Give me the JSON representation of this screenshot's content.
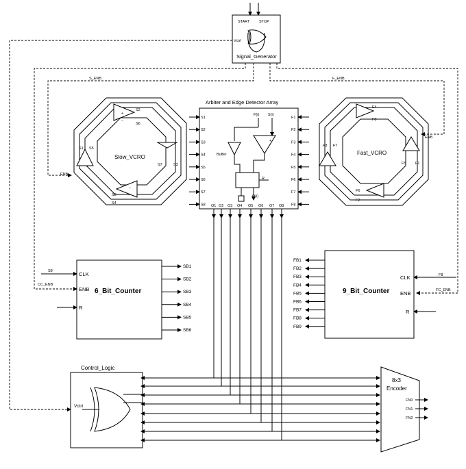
{
  "signal_generator": {
    "title": "Signal_Generator",
    "start": "START",
    "stop": "STOP",
    "vctrl": "Vctrl"
  },
  "nets": {
    "s_enb": "S_ENB",
    "f_enb": "F_ENB",
    "enb_left": "ENB",
    "enb_right": "ENB"
  },
  "slow_vcro": {
    "title": "Slow_VCRO",
    "taps": [
      "S1",
      "S2",
      "S3",
      "S4",
      "S5",
      "S6",
      "S7",
      "S8"
    ]
  },
  "fast_vcro": {
    "title": "Fast_VCRO",
    "taps": [
      "F1",
      "F2",
      "F3",
      "F4",
      "F5",
      "F6",
      "F7",
      "F8"
    ]
  },
  "arbiter": {
    "title": "Arbiter and Edge Detector Array",
    "left_inputs": [
      "S1",
      "S2",
      "S3",
      "S4",
      "S5",
      "S6",
      "S7",
      "S8"
    ],
    "right_inputs": [
      "F1",
      "F2",
      "F3",
      "F4",
      "F5",
      "F6",
      "F7",
      "F8"
    ],
    "outputs": [
      "O1",
      "O2",
      "O3",
      "O4",
      "O5",
      "O6",
      "O7",
      "O8"
    ],
    "fi": "F(i)",
    "si": "S(i)",
    "buffer": "Buffer",
    "oi": "O(i)",
    "r": "R"
  },
  "counter6": {
    "title": "6_Bit_Counter",
    "clk": "CLK",
    "enb": "ENB",
    "r": "R",
    "clk_in": "S8",
    "enb_in": "CC_ENB",
    "outputs": [
      "SB1",
      "SB2",
      "SB3",
      "SB4",
      "SB5",
      "SB6"
    ]
  },
  "counter9": {
    "title": "9_Bit_Counter",
    "clk": "CLK",
    "enb": "ENB",
    "r": "R",
    "clk_in": "F8",
    "enb_in": "FC_ENB",
    "outputs": [
      "FB1",
      "FB2",
      "FB3",
      "FB4",
      "FB5",
      "FB6",
      "FB7",
      "FB8",
      "FB9"
    ]
  },
  "control_logic": {
    "title": "Control_Logic",
    "vctrl": "Vctrl"
  },
  "encoder": {
    "title_line1": "8x3",
    "title_line2": "Encoder",
    "outputs": [
      "FN0",
      "FN1",
      "FN2"
    ]
  }
}
